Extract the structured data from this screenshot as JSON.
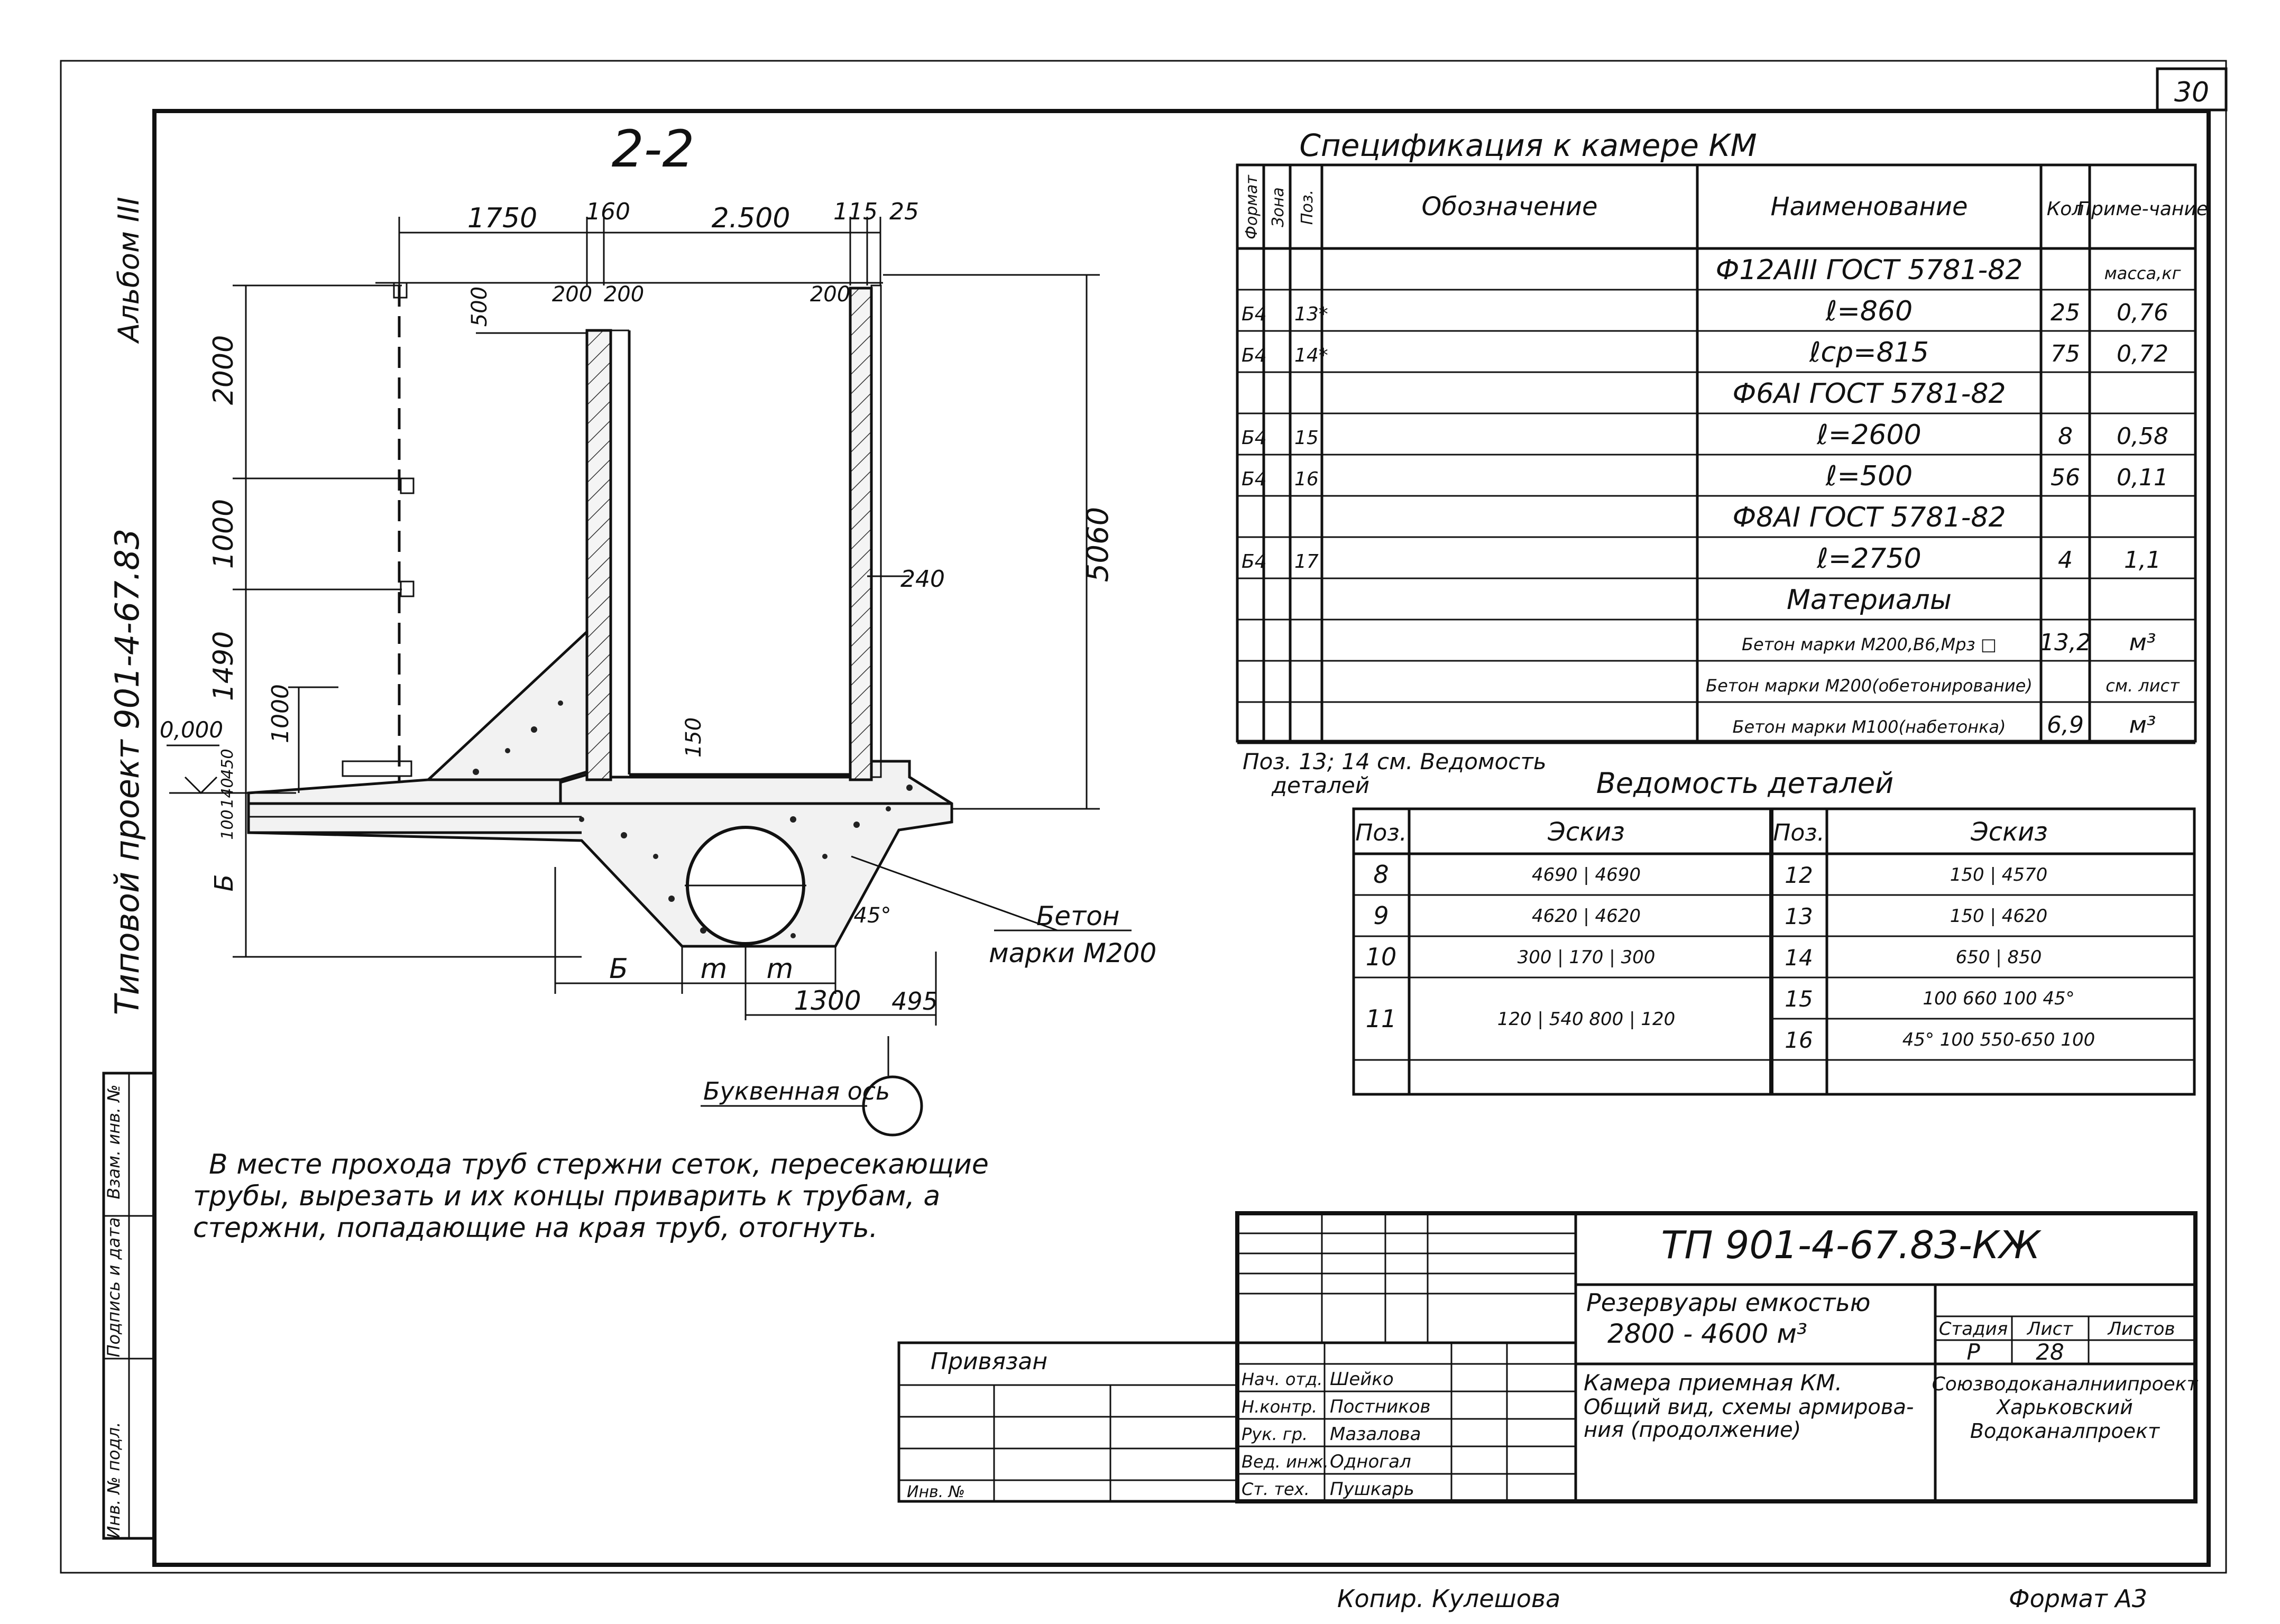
{
  "sheet_number": "30",
  "left_margin": {
    "album": "Альбом III",
    "project": "Типовой проект 901-4-67.83",
    "stamp_labels": [
      "Инв. № подл.",
      "Подпись и дата",
      "Взам. инв. №"
    ]
  },
  "section": {
    "title": "2-2",
    "top_dims": [
      "1750",
      "160",
      "2.500",
      "115",
      "25"
    ],
    "inner_dims": [
      "500",
      "200",
      "200",
      "200",
      "240",
      "150"
    ],
    "left_dims": [
      "2000",
      "1000",
      "1490",
      "1000",
      "0,000",
      "100",
      "140",
      "450",
      "Б"
    ],
    "right_dim": "5060",
    "bottom_dims": [
      "Б",
      "m",
      "m",
      "1300",
      "495"
    ],
    "angle": "45°",
    "concrete_label_1": "Бетон",
    "concrete_label_2": "марки М200",
    "axis_label": "Буквенная ось"
  },
  "note": [
    "В месте прохода труб стержни сеток, пересекающие",
    "трубы, вырезать и их концы приварить к трубам, а",
    "стержни, попадающие на края труб, отогнуть."
  ],
  "spec": {
    "title": "Спецификация к камере КМ",
    "headers": [
      "Формат",
      "Зона",
      "Поз.",
      "Обозначение",
      "Наименование",
      "Кол",
      "Приме-чание"
    ],
    "rows": [
      {
        "fmt": "",
        "zone": "",
        "pos": "",
        "name": "Ф12АIII ГОСТ 5781-82",
        "qty": "",
        "note": "масса,кг"
      },
      {
        "fmt": "Б4",
        "zone": "",
        "pos": "13*",
        "name": "ℓ=860",
        "qty": "25",
        "note": "0,76"
      },
      {
        "fmt": "Б4",
        "zone": "",
        "pos": "14*",
        "name": "ℓср=815",
        "qty": "75",
        "note": "0,72"
      },
      {
        "fmt": "",
        "zone": "",
        "pos": "",
        "name": "Ф6АI ГОСТ 5781-82",
        "qty": "",
        "note": ""
      },
      {
        "fmt": "Б4",
        "zone": "",
        "pos": "15",
        "name": "ℓ=2600",
        "qty": "8",
        "note": "0,58"
      },
      {
        "fmt": "Б4",
        "zone": "",
        "pos": "16",
        "name": "ℓ=500",
        "qty": "56",
        "note": "0,11"
      },
      {
        "fmt": "",
        "zone": "",
        "pos": "",
        "name": "Ф8АI ГОСТ 5781-82",
        "qty": "",
        "note": ""
      },
      {
        "fmt": "Б4",
        "zone": "",
        "pos": "17",
        "name": "ℓ=2750",
        "qty": "4",
        "note": "1,1"
      },
      {
        "fmt": "",
        "zone": "",
        "pos": "",
        "name": "Материалы",
        "qty": "",
        "note": ""
      },
      {
        "fmt": "",
        "zone": "",
        "pos": "",
        "name": "Бетон марки М200,В6,Мрз □",
        "qty": "13,2",
        "note": "м³"
      },
      {
        "fmt": "",
        "zone": "",
        "pos": "",
        "name": "Бетон марки М200(обетонирование)",
        "qty": "",
        "note": "см. лист"
      },
      {
        "fmt": "",
        "zone": "",
        "pos": "",
        "name": "Бетон марки М100(набетонка)",
        "qty": "6,9",
        "note": "м³"
      }
    ],
    "footnote_1": "Поз. 13; 14 см. Ведомость",
    "footnote_2": "деталей"
  },
  "details": {
    "title": "Ведомость деталей",
    "headers": [
      "Поз.",
      "Эскиз",
      "Поз.",
      "Эскиз"
    ],
    "left": [
      {
        "pos": "8",
        "sketch": "4690 | 4690"
      },
      {
        "pos": "9",
        "sketch": "4620 | 4620"
      },
      {
        "pos": "10",
        "sketch": "300 | 170 | 300"
      },
      {
        "pos": "11",
        "sketch": "120 | 540 800 | 120"
      }
    ],
    "right": [
      {
        "pos": "12",
        "sketch": "150 | 4570"
      },
      {
        "pos": "13",
        "sketch": "150 | 4620"
      },
      {
        "pos": "14",
        "sketch": "650 | 850"
      },
      {
        "pos": "15",
        "sketch": "100  660  100  45°"
      },
      {
        "pos": "16",
        "sketch": "45°  100  550-650  100"
      }
    ]
  },
  "title_block": {
    "code": "ТП 901-4-67.83-КЖ",
    "bound": "Привязан",
    "inv": "Инв. №",
    "roles": [
      "Нач. отд.",
      "Н.контр.",
      "Рук. гр.",
      "Вед. инж.",
      "Ст. тех."
    ],
    "names": [
      "Шейко",
      "Постников",
      "Мазалова",
      "Одногал",
      "Пушкарь"
    ],
    "object_1": "Резервуары емкостью",
    "object_2": "2800 - 4600 м³",
    "sheet_title_1": "Камера приемная КМ.",
    "sheet_title_2": "Общий вид, схемы армирова-",
    "sheet_title_3": "ния (продолжение)",
    "stage_hdr": "Стадия",
    "list_hdr": "Лист",
    "lists_hdr": "Листов",
    "stage": "Р",
    "list": "28",
    "org_1": "Союзводоканалниипроект",
    "org_2": "Харьковский",
    "org_3": "Водоканалпроект"
  },
  "footer": {
    "copied": "Копир. Кулешова",
    "format": "Формат А3"
  }
}
